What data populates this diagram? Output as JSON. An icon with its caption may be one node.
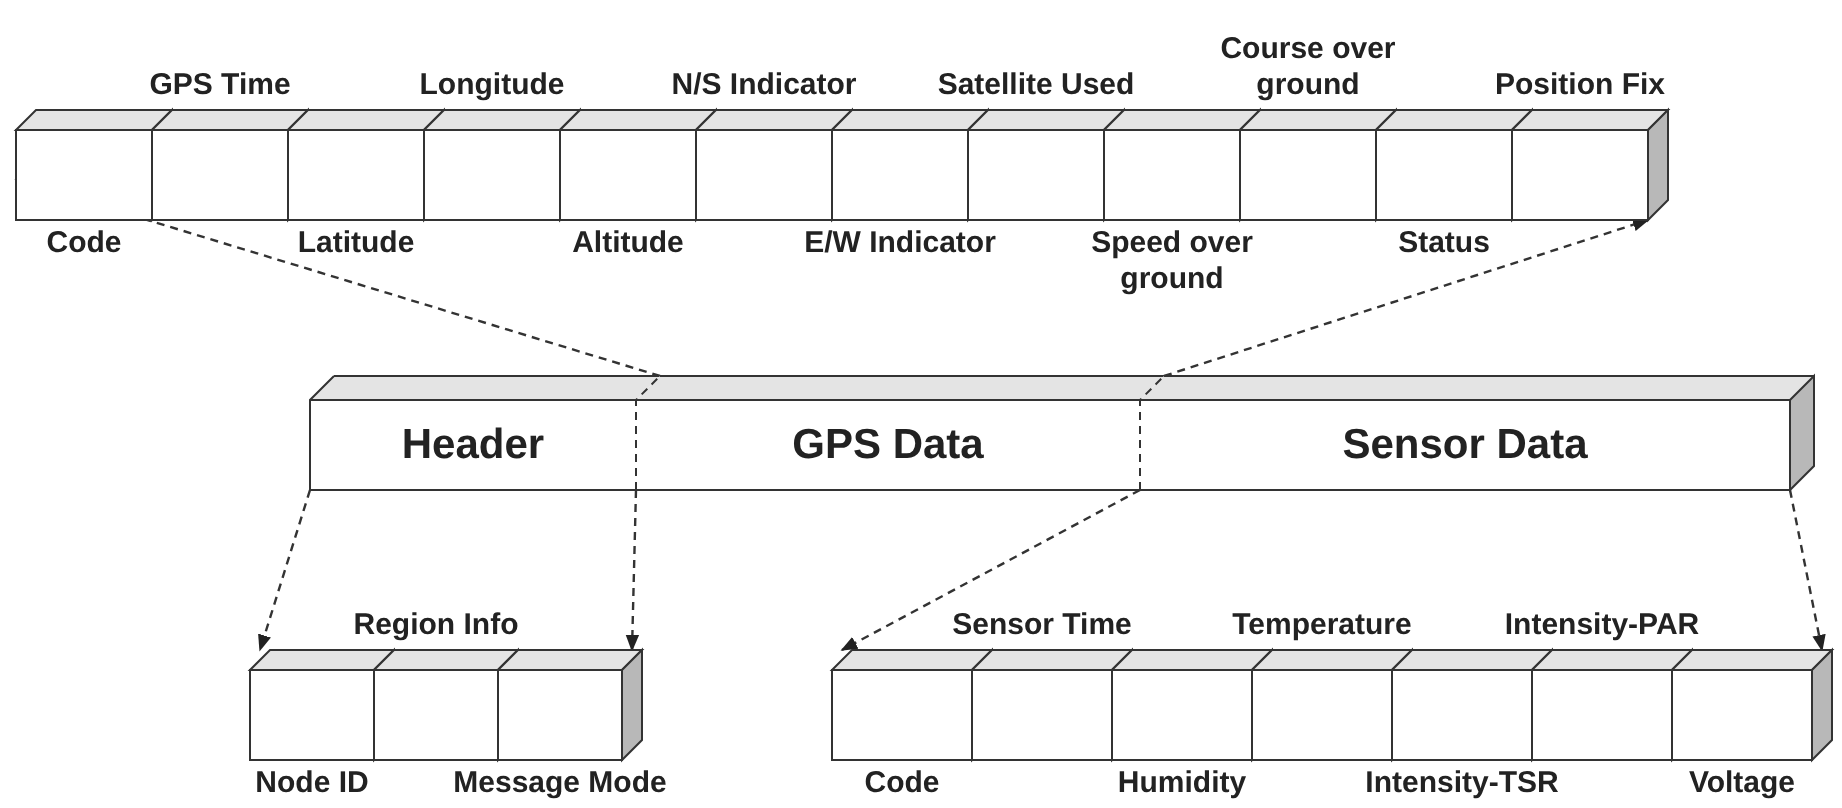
{
  "diagram": {
    "nodes": [
      {
        "text": [
          "Code"
        ]
      },
      {
        "text": [
          "GPS Time"
        ]
      },
      {
        "text": [
          "Latitude"
        ]
      },
      {
        "text": [
          "Longitude"
        ]
      },
      {
        "text": [
          "Altitude"
        ]
      },
      {
        "text": [
          "N/S Indicator"
        ]
      },
      {
        "text": [
          "E/W Indicator"
        ]
      },
      {
        "text": [
          "Satellite Used"
        ]
      },
      {
        "text": [
          "Speed over ground"
        ]
      },
      {
        "text": [
          "Course over ground"
        ]
      },
      {
        "text": [
          "Status"
        ]
      },
      {
        "text": [
          "Position Fix"
        ]
      },
      {
        "text": [
          "Header"
        ]
      },
      {
        "text": [
          "GPS Data"
        ]
      },
      {
        "text": [
          "Sensor Data"
        ]
      },
      {
        "text": [
          "Node ID"
        ]
      },
      {
        "text": [
          "Region Info"
        ]
      },
      {
        "text": [
          "Message Mode"
        ]
      },
      {
        "text": [
          "Code"
        ]
      },
      {
        "text": [
          "Sensor Time"
        ]
      },
      {
        "text": [
          "Humidity"
        ]
      },
      {
        "text": [
          "Temperature"
        ]
      },
      {
        "text": [
          "Intensity-TSR"
        ]
      },
      {
        "text": [
          "Intensity-PAR"
        ]
      },
      {
        "text": [
          "Voltage"
        ]
      }
    ],
    "edges": [
      {
        "from": 13,
        "to": 0,
        "arrow": "to",
        "style": "dashed"
      },
      {
        "from": 13,
        "to": 11,
        "arrow": "to",
        "style": "dashed"
      },
      {
        "from": 12,
        "to": 15,
        "arrow": "to",
        "style": "dashed"
      },
      {
        "from": 12,
        "to": 17,
        "arrow": "to",
        "style": "dashed"
      },
      {
        "from": 14,
        "to": 18,
        "arrow": "to",
        "style": "dashed"
      },
      {
        "from": 14,
        "to": 24,
        "arrow": "to",
        "style": "dashed"
      }
    ]
  }
}
